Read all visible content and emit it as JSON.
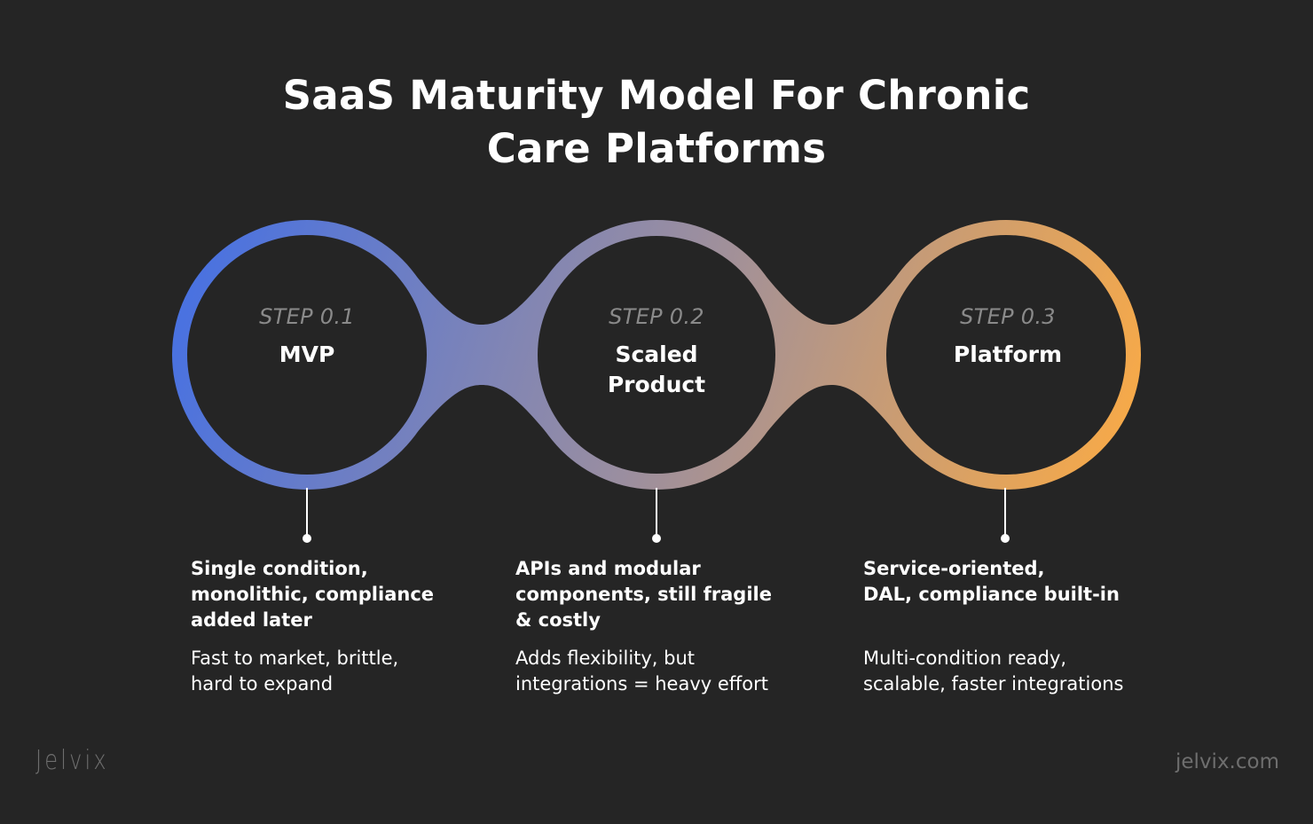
{
  "title": {
    "line1": "SaaS Maturity Model For Chronic",
    "line2": "Care Platforms"
  },
  "gradient": {
    "start_color": "#4a72e0",
    "mid_color": "#9a8ea0",
    "end_color": "#f5a94a"
  },
  "steps": [
    {
      "number": "STEP 0.1",
      "name": "MVP",
      "summary": "Single condition,\nmonolithic, compliance\nadded later",
      "detail": "Fast to market, brittle,\nhard to expand"
    },
    {
      "number": "STEP 0.2",
      "name": "Scaled\nProduct",
      "summary": "APIs and modular\ncomponents, still fragile\n& costly",
      "detail": "Adds flexibility, but\nintegrations = heavy effort"
    },
    {
      "number": "STEP 0.3",
      "name": "Platform",
      "summary": "Service-oriented,\nDAL, compliance built-in",
      "detail": "Multi-condition ready,\nscalable, faster integrations"
    }
  ],
  "footer": {
    "logo": "Jelvix",
    "website": "jelvix.com"
  }
}
